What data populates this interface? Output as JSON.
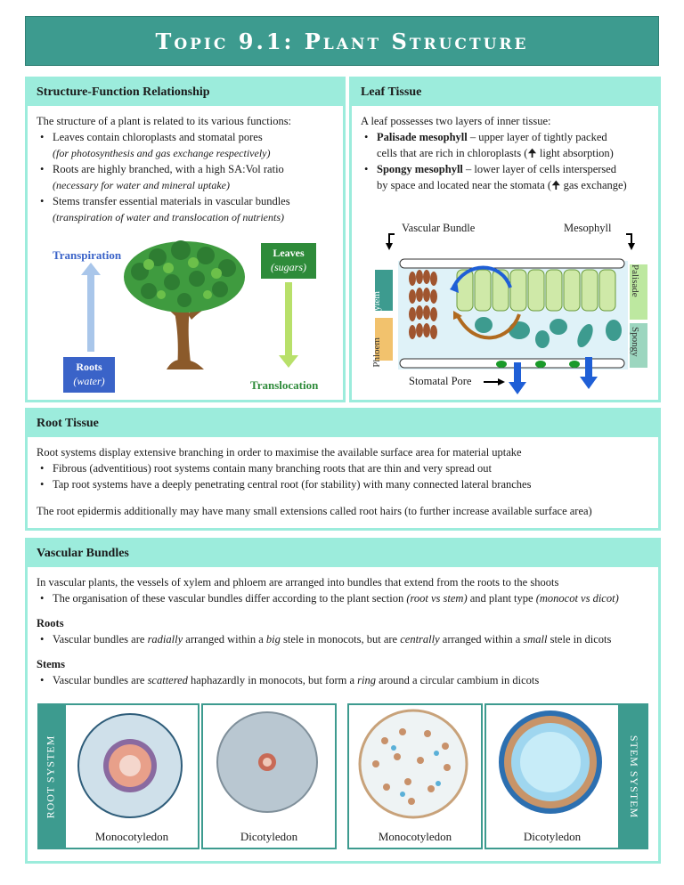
{
  "title": "Topic 9.1:  Plant Structure",
  "structure": {
    "heading": "Structure-Function Relationship",
    "intro": "The structure of a plant is related to its various functions:",
    "b1": "Leaves contain chloroplasts and stomatal pores",
    "b1_note": "(for photosynthesis and gas exchange respectively)",
    "b2": "Roots are highly branched, with a high SA:Vol ratio",
    "b2_note": "(necessary for water and mineral uptake)",
    "b3": "Stems transfer essential materials in vascular bundles",
    "b3_note": "(transpiration of water and translocation of nutrients)",
    "transpiration": "Transpiration",
    "translocation": "Translocation",
    "leaves": "Leaves",
    "leaves_sub": "(sugars)",
    "roots": "Roots",
    "roots_sub": "(water)"
  },
  "leaf": {
    "heading": "Leaf Tissue",
    "intro": "A leaf possesses two layers of inner tissue:",
    "b1_bold": "Palisade mesophyll",
    "b1_text": " – upper layer of tightly packed",
    "b1_text2": "cells that are rich in chloroplasts (🠉 light absorption)",
    "b2_bold": "Spongy mesophyll",
    "b2_text": " – lower layer of cells interspersed",
    "b2_text2": "by space and located near the stomata (🠉 gas exchange)",
    "vascular_bundle": "Vascular Bundle",
    "mesophyll": "Mesophyll",
    "xylem": "Xylem",
    "phloem": "Phloem",
    "palisade": "Palisade",
    "spongy": "Spongy",
    "stomatal_pore": "Stomatal Pore"
  },
  "root": {
    "heading": "Root Tissue",
    "intro": "Root systems display extensive branching in order to maximise the available surface area for material uptake",
    "b1": "Fibrous (adventitious) root systems contain many branching roots that are thin and very spread out",
    "b2": "Tap root systems have a deeply penetrating central root (for stability) with many connected lateral branches",
    "outro": "The root epidermis additionally may have many small extensions called root hairs (to further increase available surface area)"
  },
  "vascular": {
    "heading": "Vascular Bundles",
    "intro": "In vascular plants, the vessels of xylem and phloem are arranged into bundles that extend from the roots to the shoots",
    "b1a": "The organisation of these vascular bundles differ according to the plant section ",
    "b1b": "(root vs stem)",
    "b1c": " and plant type ",
    "b1d": "(monocot vs dicot)",
    "roots_head": "Roots",
    "roots_a": "Vascular bundles are ",
    "roots_b": "radially",
    "roots_c": " arranged within a ",
    "roots_d": "big",
    "roots_e": " stele in monocots, but are ",
    "roots_f": "centrally",
    "roots_g": " arranged within a ",
    "roots_h": "small",
    "roots_i": " stele in dicots",
    "stems_head": "Stems",
    "stems_a": "Vascular bundles are ",
    "stems_b": "scattered",
    "stems_c": " haphazardly in monocots, but form a ",
    "stems_d": "ring",
    "stems_e": " around a circular cambium in dicots",
    "root_system": "ROOT SYSTEM",
    "stem_system": "STEM SYSTEM",
    "mono1": "Monocotyledon",
    "di1": "Dicotyledon",
    "mono2": "Monocotyledon",
    "di2": "Dicotyledon"
  },
  "colors": {
    "teal": "#3d9b8f",
    "mint": "#9cecdc",
    "blue": "#3a63c8",
    "green": "#2e8b3a"
  }
}
